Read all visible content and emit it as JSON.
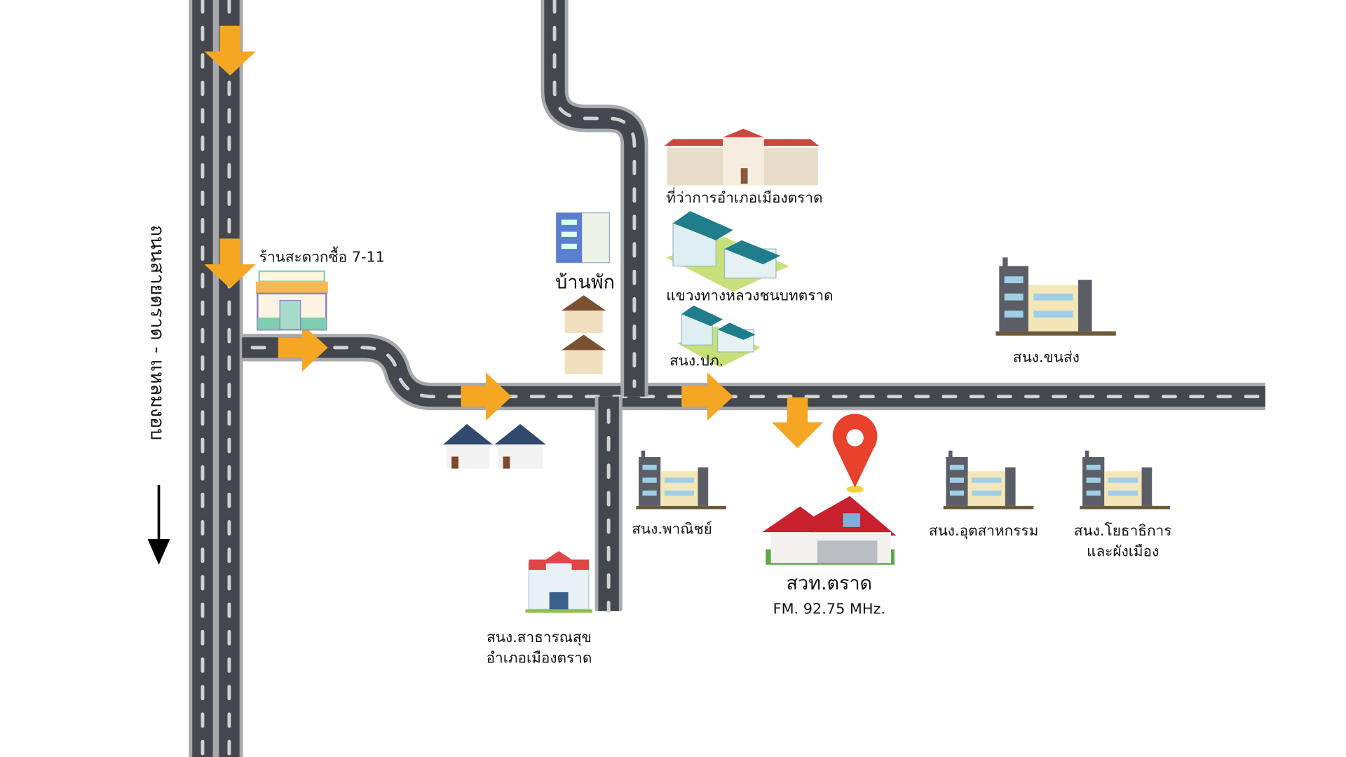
{
  "map": {
    "road_name": "ถนนสายตราด - แหลมงอบ",
    "colors": {
      "road": "#44474d",
      "road_edge": "#a7a9ac",
      "arrow": "#f5a623",
      "pin": "#e8412c"
    },
    "places": {
      "seven_eleven": "ร้านสะดวกซื้อ 7-11",
      "lodging": "บ้านพัก",
      "district_office": "ที่ว่าการอำเภอเมืองตราด",
      "rural_roads": "แขวงทางหลวงชนบทตราด",
      "pk_office": "สนง.ปภ.",
      "transport_office": "สนง.ขนส่ง",
      "commerce_office": "สนง.พาณิชย์",
      "industry_office": "สนง.อุตสาหกรรม",
      "public_works_line1": "สนง.โยธาธิการ",
      "public_works_line2": "และผังเมือง",
      "health_line1": "สนง.สาธารณสุข",
      "health_line2": "อำเภอเมืองตราด"
    },
    "destination": {
      "name": "สวท.ตราด",
      "frequency": "FM. 92.75 MHz."
    }
  }
}
